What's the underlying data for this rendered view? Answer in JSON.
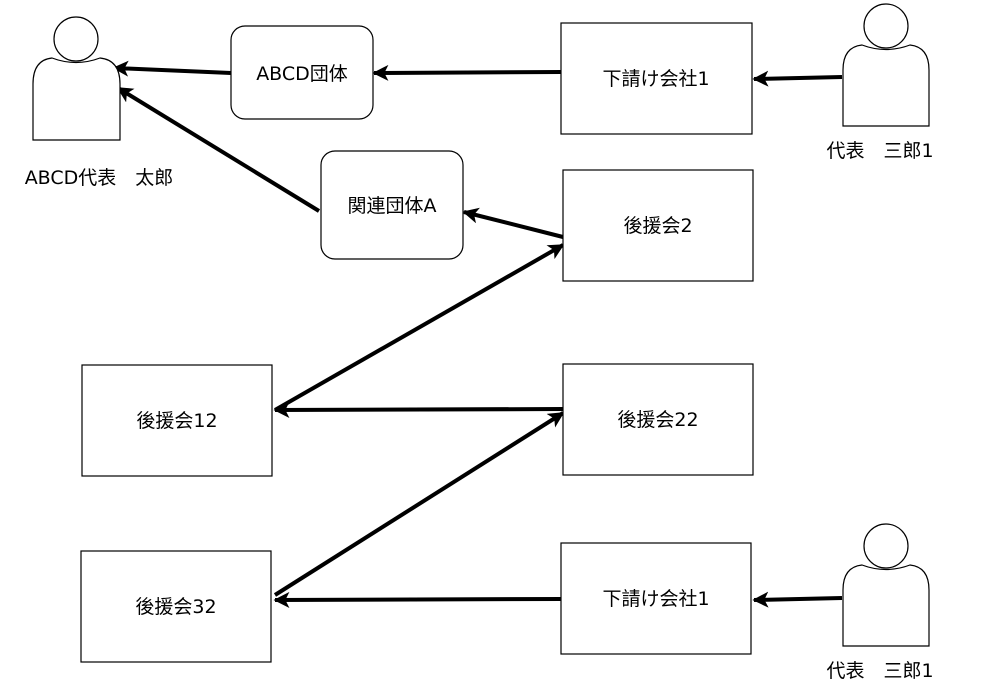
{
  "actors": {
    "abcd_rep": "ABCD代表　太郎",
    "rep_top": "代表　三郎1",
    "rep_bottom": "代表　三郎1"
  },
  "nodes": {
    "abcd_group": "ABCD団体",
    "subcontractor_top": "下請け会社1",
    "related_group_a": "関連団体A",
    "support_2": "後援会2",
    "support_12": "後援会12",
    "support_22": "後援会22",
    "support_32": "後援会32",
    "subcontractor_bottom": "下請け会社1"
  },
  "edges": [
    {
      "from": "abcd_group",
      "to": "abcd_rep"
    },
    {
      "from": "related_group_a",
      "to": "abcd_rep"
    },
    {
      "from": "subcontractor_top",
      "to": "abcd_group"
    },
    {
      "from": "rep_top",
      "to": "subcontractor_top"
    },
    {
      "from": "support_2",
      "to": "related_group_a"
    },
    {
      "from": "support_12",
      "to": "support_2"
    },
    {
      "from": "support_22",
      "to": "support_12"
    },
    {
      "from": "support_32",
      "to": "support_22"
    },
    {
      "from": "subcontractor_bottom",
      "to": "support_32"
    },
    {
      "from": "rep_bottom",
      "to": "subcontractor_bottom"
    }
  ],
  "colors": {
    "stroke": "#000000",
    "fill": "#ffffff"
  }
}
